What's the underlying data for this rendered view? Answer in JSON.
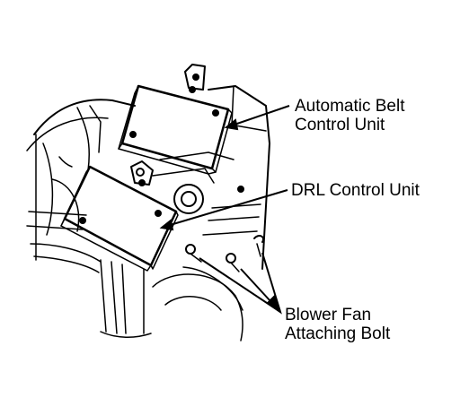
{
  "callouts": {
    "automatic_belt": {
      "line1": "Automatic Belt",
      "line2": "Control Unit"
    },
    "drl": {
      "line1": "DRL Control Unit"
    },
    "blower": {
      "line1": "Blower Fan",
      "line2": "Attaching Bolt"
    }
  },
  "colors": {
    "ink": "#000000",
    "paper": "#ffffff"
  }
}
